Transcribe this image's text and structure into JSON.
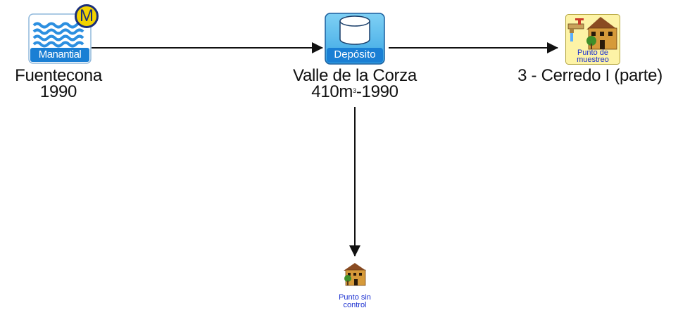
{
  "nodes": {
    "manantial": {
      "icon_caption": "Manantial",
      "badge": "M",
      "name": "Fuentecona",
      "year": "1990",
      "icon": "water-waves-icon"
    },
    "deposito": {
      "icon_caption": "Depósito",
      "name": "Valle de la Corza",
      "capacity_value": "410m",
      "capacity_exp": "3",
      "capacity_year": "-1990",
      "icon": "tank-cylinder-icon"
    },
    "muestreo": {
      "icon_caption_line1": "Punto de",
      "icon_caption_line2": "muestreo",
      "name": "3 - Cerredo I (parte)",
      "icon": "faucet-house-icon"
    },
    "sin_control": {
      "label_line1": "Punto sin",
      "label_line2": "control",
      "icon": "house-tree-icon"
    }
  },
  "colors": {
    "accent_blue": "#1a7fd4",
    "badge_fill": "#f2d200",
    "badge_ring": "#1b2f7a",
    "label_blue": "#1a2fd0",
    "arrow": "#111111"
  }
}
